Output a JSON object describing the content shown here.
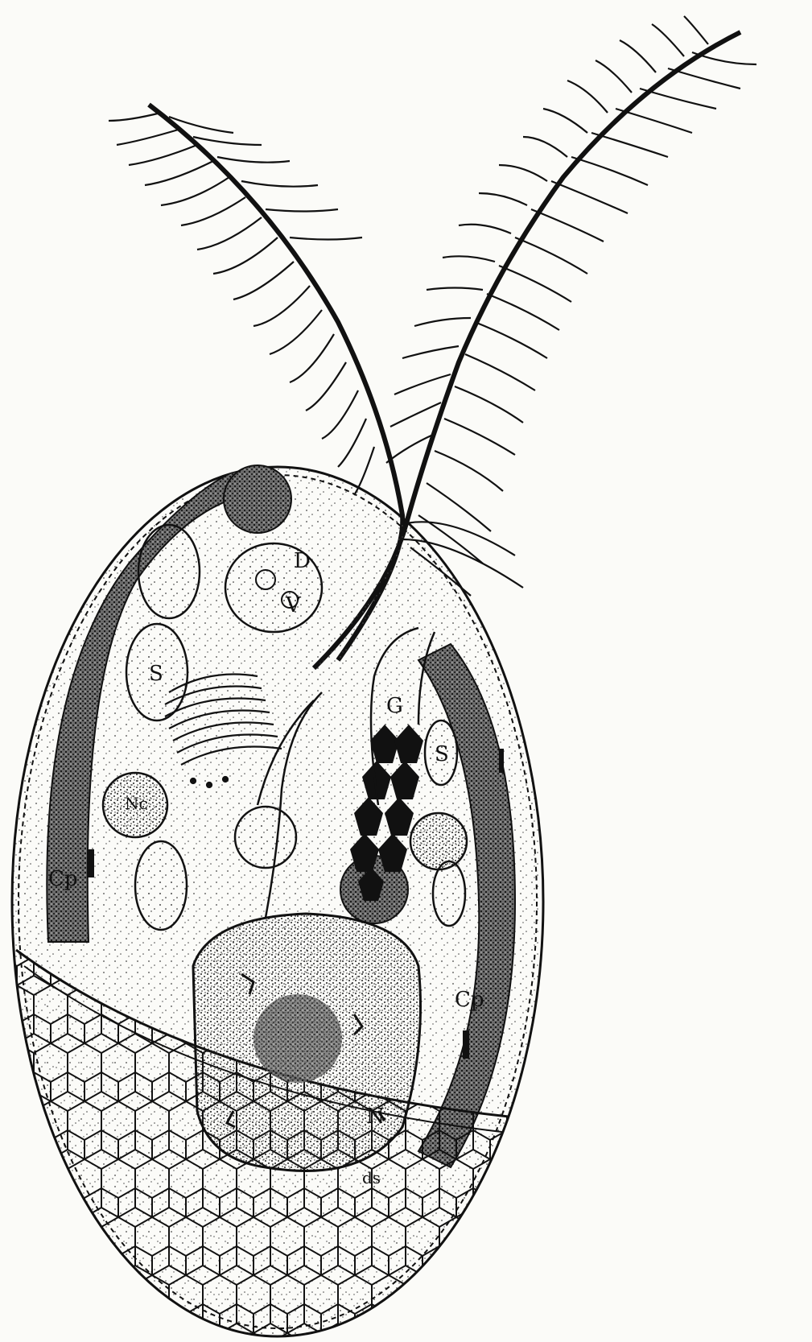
{
  "labels": {
    "S": "S",
    "G": "G",
    "N": "N",
    "Cp": "Cp",
    "D": "D",
    "V": "V",
    "Nc": "Nc",
    "ds": "ds"
  },
  "colors": {
    "ink": "#111111",
    "paper": "#fbfbf8",
    "stipple": "#555555"
  },
  "icons": {
    "stipple": "dot-stipple-texture",
    "scales": "hexagonal-scale-mesh"
  }
}
